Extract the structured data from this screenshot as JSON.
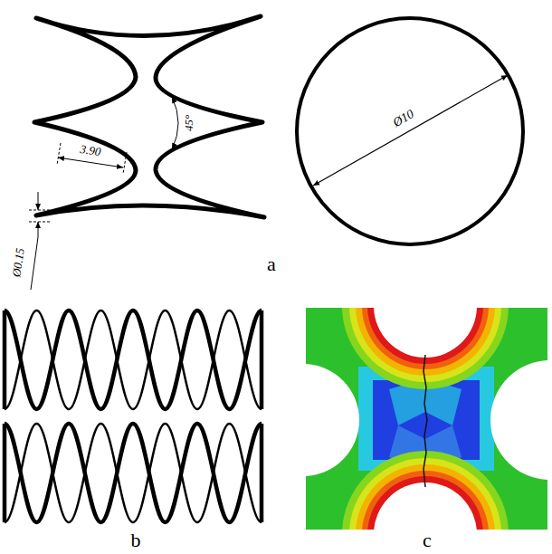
{
  "diagram": {
    "labels": [
      "45°",
      "3.90",
      "Ø0.15",
      "a",
      "Ø10",
      "b",
      "c"
    ]
  }
}
